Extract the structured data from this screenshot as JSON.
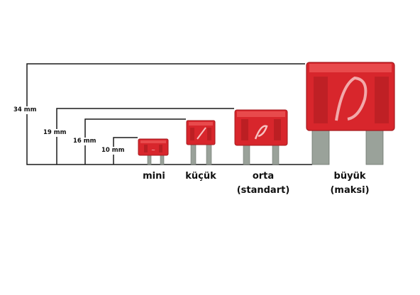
{
  "dimensions": [
    {
      "id": "maxi",
      "label": "34 mm"
    },
    {
      "id": "standard",
      "label": "19 mm"
    },
    {
      "id": "small",
      "label": "16 mm"
    },
    {
      "id": "mini",
      "label": "10 mm"
    }
  ],
  "fuses": [
    {
      "id": "mini",
      "name": "mini",
      "subname": ""
    },
    {
      "id": "small",
      "name": "küçük",
      "subname": ""
    },
    {
      "id": "standard",
      "name": "orta",
      "subname": "(standart)"
    },
    {
      "id": "maxi",
      "name": "büyük",
      "subname": "(maksi)"
    }
  ],
  "colors": {
    "fuse_body": "#d8262c",
    "fuse_dark": "#a51a1e",
    "fuse_light": "#ef5a5a",
    "terminal": "#9aa29a",
    "line": "#1a1a1a"
  }
}
